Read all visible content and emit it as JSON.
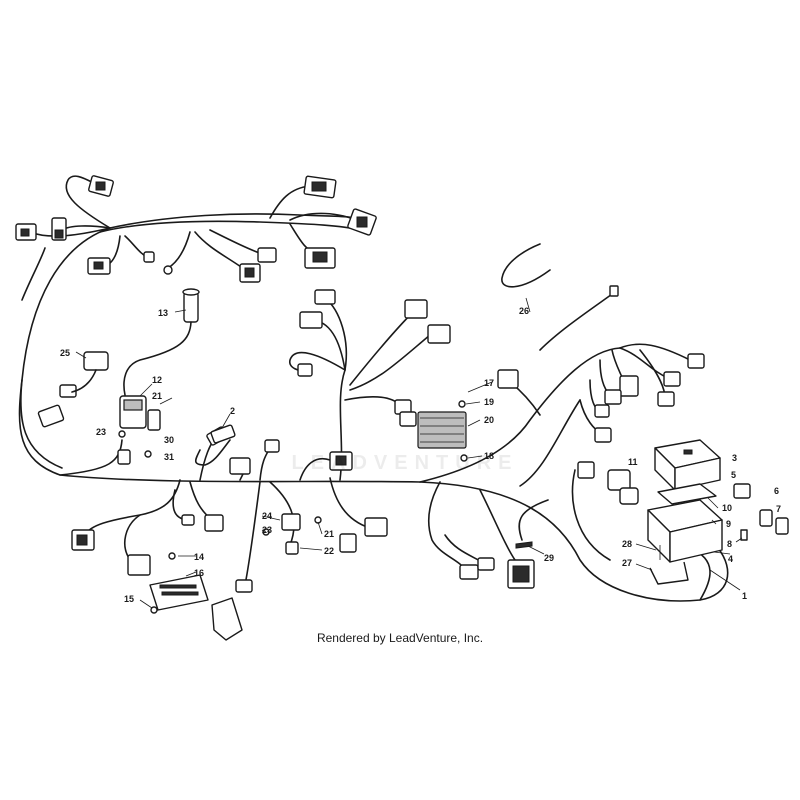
{
  "diagram": {
    "callouts": [
      "1",
      "2",
      "3",
      "4",
      "5",
      "6",
      "7",
      "8",
      "9",
      "10",
      "11",
      "12",
      "13",
      "14",
      "15",
      "16",
      "17",
      "18",
      "19",
      "20",
      "21",
      "22",
      "23",
      "24",
      "25",
      "26",
      "27",
      "28",
      "29",
      "30",
      "31"
    ],
    "credit": "Rendered by LeadVenture, Inc.",
    "watermark": "LEADVENTURE"
  }
}
